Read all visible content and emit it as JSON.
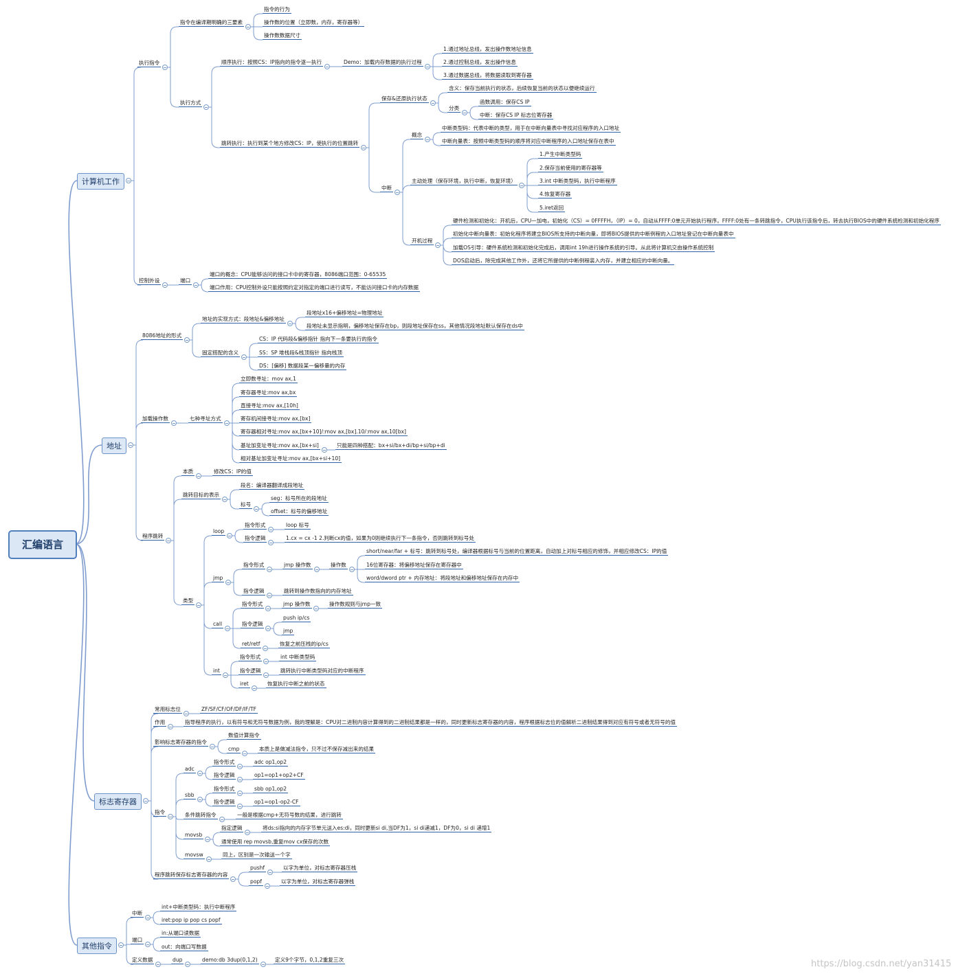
{
  "root": "汇编语言",
  "watermark": "https://blog.csdn.net/yan31415",
  "colors": {
    "line": "#7f9ccf",
    "underline": "#2f63a8",
    "main_fill": "#dde8f6"
  },
  "nodes": [
    {
      "id": "b1",
      "label": "计算机工作"
    },
    {
      "id": "b1a",
      "label": "执行指令"
    },
    {
      "id": "b1a1",
      "label": "指令在编译期明确的三要素"
    },
    {
      "id": "b1a1a",
      "label": "指令的行为"
    },
    {
      "id": "b1a1b",
      "label": "操作数的位置（立即数，内存，寄存器等）"
    },
    {
      "id": "b1a1c",
      "label": "操作数数据尺寸"
    },
    {
      "id": "b1a2",
      "label": "执行方式"
    },
    {
      "id": "b1a2a",
      "label": "顺序执行：按照CS：IP指向的指令逐一执行"
    },
    {
      "id": "b1a2a1",
      "label": "Demo：加载内存数据的执行过程"
    },
    {
      "id": "b1a2a1a",
      "label": "1.通过地址总线，发出操作数地址信息"
    },
    {
      "id": "b1a2a1b",
      "label": "2.通过控制总线，发出操作信息"
    },
    {
      "id": "b1a2a1c",
      "label": "3.通过数据总线，将数据读取到寄存器"
    },
    {
      "id": "b1a2b",
      "label": "跳转执行：执行到某个地方修改CS：IP，使执行的位置跳转"
    },
    {
      "id": "b1a2b1",
      "label": "保存&还原执行状态"
    },
    {
      "id": "b1a2b1a",
      "label": "含义：保存当前执行的状态，后续恢复当前的状态以便继续运行"
    },
    {
      "id": "b1a2b1b",
      "label": "分类"
    },
    {
      "id": "b1a2b1b1",
      "label": "函数调用：保存CS IP"
    },
    {
      "id": "b1a2b1b2",
      "label": "中断：保存CS IP 标志位寄存器"
    },
    {
      "id": "b1a2b2",
      "label": "中断"
    },
    {
      "id": "b1a2b2a",
      "label": "概念"
    },
    {
      "id": "b1a2b2a1",
      "label": "中断类型码：代表中断的类型，用于在中断向量表中寻找对应程序的入口地址"
    },
    {
      "id": "b1a2b2a2",
      "label": "中断向量表：按照中断类型码的顺序将对应中断程序的入口地址保存在表中"
    },
    {
      "id": "b1a2b2b",
      "label": "主动处理（保存环境，执行中断，恢复环境）"
    },
    {
      "id": "b1a2b2b1",
      "label": "1.产生中断类型码"
    },
    {
      "id": "b1a2b2b2",
      "label": "2.保存当前使用的寄存器等"
    },
    {
      "id": "b1a2b2b3",
      "label": "3.int 中断类型码，执行中断程序"
    },
    {
      "id": "b1a2b2b4",
      "label": "4.恢复寄存器"
    },
    {
      "id": "b1a2b2b5",
      "label": "5.iret返回"
    },
    {
      "id": "b1a2b2c",
      "label": "开机过程"
    },
    {
      "id": "b1a2b2c1",
      "label": "硬件检测和初始化：开机后，CPU一加电，初始化（CS）= 0FFFFH，（IP）= 0，自动从FFFF:0单元开始执行程序。FFFF:0处有一条转跳指令，CPU执行该指令后，转去执行BIOS中的硬件系统检测和初始化程序"
    },
    {
      "id": "b1a2b2c2",
      "label": "初始化中断向量表：初始化程序将建立BIOS所支持的中断向量，即将BIOS提供的中断例程的入口地址登记在中断向量表中"
    },
    {
      "id": "b1a2b2c3",
      "label": "加载OS引导：硬件系统检测和初始化完成后，调用int 19h进行操作系统的引导。从此将计算机交由操作系统控制"
    },
    {
      "id": "b1a2b2c4",
      "label": "DOS启动后，除完成其他工作外，还将它所提供的中断例程装入内存，并建立相应的中断向量。"
    },
    {
      "id": "b1b",
      "label": "控制外设"
    },
    {
      "id": "b1b1",
      "label": "端口"
    },
    {
      "id": "b1b1a",
      "label": "端口的概念：CPU能够访问的接口卡中的寄存器，8086端口范围：0-65535"
    },
    {
      "id": "b1b1b",
      "label": "端口作用：CPU控制外设只能按照约定对指定的端口进行读写，不能访问接口卡的内存数据"
    },
    {
      "id": "b2",
      "label": "地址"
    },
    {
      "id": "b2a",
      "label": "8086地址的形式"
    },
    {
      "id": "b2a1",
      "label": "地址的实现方式：段地址&偏移地址"
    },
    {
      "id": "b2a1a",
      "label": "段地址x16+偏移地址=物理地址"
    },
    {
      "id": "b2a1b",
      "label": "段地址未显示指明，偏移地址保存在bp，则段地址保存在ss，其他情况段地址默认保存在ds中"
    },
    {
      "id": "b2a2",
      "label": "固定搭配的含义"
    },
    {
      "id": "b2a2a",
      "label": "CS：IP 代码段&偏移指针 指向下一条要执行的指令"
    },
    {
      "id": "b2a2b",
      "label": "SS：SP 堆栈段&栈顶指针 指向栈顶"
    },
    {
      "id": "b2a2c",
      "label": "DS：[偏移] 数据段某一偏移量的内存"
    },
    {
      "id": "b2b",
      "label": "加载操作数"
    },
    {
      "id": "b2b1",
      "label": "七种寻址方式"
    },
    {
      "id": "b2b1a",
      "label": "立即数寻址：mov ax,1"
    },
    {
      "id": "b2b1b",
      "label": "寄存器寻址:mov ax,bx"
    },
    {
      "id": "b2b1c",
      "label": "直接寻址:mov ax,[10h]"
    },
    {
      "id": "b2b1d",
      "label": "寄存机间接寻址:mov ax,[bx]"
    },
    {
      "id": "b2b1e",
      "label": "寄存器相对寻址:mov ax,[bx+10]/:mov ax,[bx].10/:mov ax,10[bx]"
    },
    {
      "id": "b2b1f",
      "label": "基址加变址寻址:mov ax,[bx+si]"
    },
    {
      "id": "b2b1f1",
      "label": "只能是四种搭配：bx+si/bx+di/bp+si/bp+di"
    },
    {
      "id": "b2b1g",
      "label": "相对基址加变址寻址:mov ax,[bx+si+10]"
    },
    {
      "id": "b2c",
      "label": "程序跳转"
    },
    {
      "id": "b2c1",
      "label": "本质"
    },
    {
      "id": "b2c1a",
      "label": "修改CS：IP的值"
    },
    {
      "id": "b2c2",
      "label": "跳转目标的表示"
    },
    {
      "id": "b2c2a",
      "label": "段名：编译器翻译成段地址"
    },
    {
      "id": "b2c2b",
      "label": "标号"
    },
    {
      "id": "b2c2b1",
      "label": "seg：标号所在的段地址"
    },
    {
      "id": "b2c2b2",
      "label": "offset：标号的偏移地址"
    },
    {
      "id": "b2c3",
      "label": "类型"
    },
    {
      "id": "b2c3a",
      "label": "loop"
    },
    {
      "id": "b2c3a1",
      "label": "指令形式"
    },
    {
      "id": "b2c3a1a",
      "label": "loop 标号"
    },
    {
      "id": "b2c3a2",
      "label": "指令逻辑"
    },
    {
      "id": "b2c3a2a",
      "label": "1.cx = cx -1 2.判断cx的值，如果为0则继续执行下一条指令，否则跳转到标号处"
    },
    {
      "id": "b2c3b",
      "label": "jmp"
    },
    {
      "id": "b2c3b1",
      "label": "指令形式"
    },
    {
      "id": "b2c3b1a",
      "label": "jmp 操作数"
    },
    {
      "id": "b2c3b1a1",
      "label": "操作数"
    },
    {
      "id": "b2c3b1a1a",
      "label": "short/near/far + 标号：跳转到标号处，编译器根据标号与当前的位置距离，自动加上对标号相应的修饰，并相应修改CS：IP的值"
    },
    {
      "id": "b2c3b1a1b",
      "label": "16位寄存器：将偏移地址保存在寄存器中"
    },
    {
      "id": "b2c3b1a1c",
      "label": "word/dword ptr + 内存地址：将段地址和偏移地址保存在内存中"
    },
    {
      "id": "b2c3b2",
      "label": "指令逻辑"
    },
    {
      "id": "b2c3b2a",
      "label": "跳转到操作数指向的内存地址"
    },
    {
      "id": "b2c3c",
      "label": "call"
    },
    {
      "id": "b2c3c1",
      "label": "指令形式"
    },
    {
      "id": "b2c3c1a",
      "label": "jmp 操作数"
    },
    {
      "id": "b2c3c1a1",
      "label": "操作数规则与jmp一致"
    },
    {
      "id": "b2c3c2",
      "label": "指令逻辑"
    },
    {
      "id": "b2c3c2a",
      "label": "push ip/cs"
    },
    {
      "id": "b2c3c2b",
      "label": "jmp"
    },
    {
      "id": "b2c3c3",
      "label": "ret/retf"
    },
    {
      "id": "b2c3c3a",
      "label": "恢复之前压栈的ip/cs"
    },
    {
      "id": "b2c3d",
      "label": "int"
    },
    {
      "id": "b2c3d1",
      "label": "指令形式"
    },
    {
      "id": "b2c3d1a",
      "label": "int 中断类型码"
    },
    {
      "id": "b2c3d2",
      "label": "指令逻辑"
    },
    {
      "id": "b2c3d2a",
      "label": "跳转执行中断类型码对应的中断程序"
    },
    {
      "id": "b2c3d3",
      "label": "iret"
    },
    {
      "id": "b2c3d3a",
      "label": "恢复执行中断之前的状态"
    },
    {
      "id": "b3",
      "label": "标志寄存器"
    },
    {
      "id": "b3a",
      "label": "常用标志位"
    },
    {
      "id": "b3a1",
      "label": "ZF/SF/CF/OF/DF/IF/TF"
    },
    {
      "id": "b3b",
      "label": "作用"
    },
    {
      "id": "b3b1",
      "label": "指导程序的执行，以有符号和无符号数据为例，我的理解是：CPU对二进制内容计算得到的二进制结果都是一样的，同时更新标志寄存器的内容，程序根据标志位的值解析二进制结果得到对应有符号或者无符号的值"
    },
    {
      "id": "b3c",
      "label": "影响标志寄存器的指令"
    },
    {
      "id": "b3c1",
      "label": "数值计算指令"
    },
    {
      "id": "b3c2",
      "label": "cmp"
    },
    {
      "id": "b3c2a",
      "label": "本质上是做减法指令，只不过不保存减出来的结果"
    },
    {
      "id": "b3d",
      "label": "指令"
    },
    {
      "id": "b3d1",
      "label": "adc"
    },
    {
      "id": "b3d1a",
      "label": "指令形式"
    },
    {
      "id": "b3d1a1",
      "label": "adc op1,op2"
    },
    {
      "id": "b3d1b",
      "label": "指令逻辑"
    },
    {
      "id": "b3d1b1",
      "label": "op1=op1+op2+CF"
    },
    {
      "id": "b3d2",
      "label": "sbb"
    },
    {
      "id": "b3d2a",
      "label": "指令形式"
    },
    {
      "id": "b3d2a1",
      "label": "sbb op1,op2"
    },
    {
      "id": "b3d2b",
      "label": "指令逻辑"
    },
    {
      "id": "b3d2b1",
      "label": "op1=op1-op2-CF"
    },
    {
      "id": "b3d3",
      "label": "条件跳转指令"
    },
    {
      "id": "b3d3a",
      "label": "一般是根据cmp+无符号数的结果，进行跳转"
    },
    {
      "id": "b3d4",
      "label": "movsb"
    },
    {
      "id": "b3d4a",
      "label": "指定逻辑"
    },
    {
      "id": "b3d4a1",
      "label": "将ds:si指向的内存字节单元送入es:di，同时更新si di,当DF为1，si di递减1，DF为0，si di 递增1"
    },
    {
      "id": "b3d4b",
      "label": "通常使用 rep movsb,重复mov cx保存的次数"
    },
    {
      "id": "b3d5",
      "label": "movsw"
    },
    {
      "id": "b3d5a",
      "label": "同上，区别是一次输送一个字"
    },
    {
      "id": "b3e",
      "label": "程序跳转保存标志寄存器的内容"
    },
    {
      "id": "b3e1",
      "label": "pushf"
    },
    {
      "id": "b3e1a",
      "label": "以字为单位，对标志寄存器压栈"
    },
    {
      "id": "b3e2",
      "label": "popf"
    },
    {
      "id": "b3e2a",
      "label": "以字为单位，对标志寄存器弹栈"
    },
    {
      "id": "b4",
      "label": "其他指令"
    },
    {
      "id": "b4a",
      "label": "中断"
    },
    {
      "id": "b4a1",
      "label": "int+中断类型码：执行中断程序"
    },
    {
      "id": "b4a2",
      "label": "iret:pop ip pop cs popf"
    },
    {
      "id": "b4b",
      "label": "端口"
    },
    {
      "id": "b4b1",
      "label": "in:从端口读数据"
    },
    {
      "id": "b4b2",
      "label": "out：向端口写数据"
    },
    {
      "id": "b4c",
      "label": "定义数据"
    },
    {
      "id": "b4c1",
      "label": "dup"
    },
    {
      "id": "b4c1a",
      "label": "demo:db 3dup(0,1,2)"
    },
    {
      "id": "b4c1a1",
      "label": "定义9个字节，0,1,2重复三次"
    }
  ]
}
